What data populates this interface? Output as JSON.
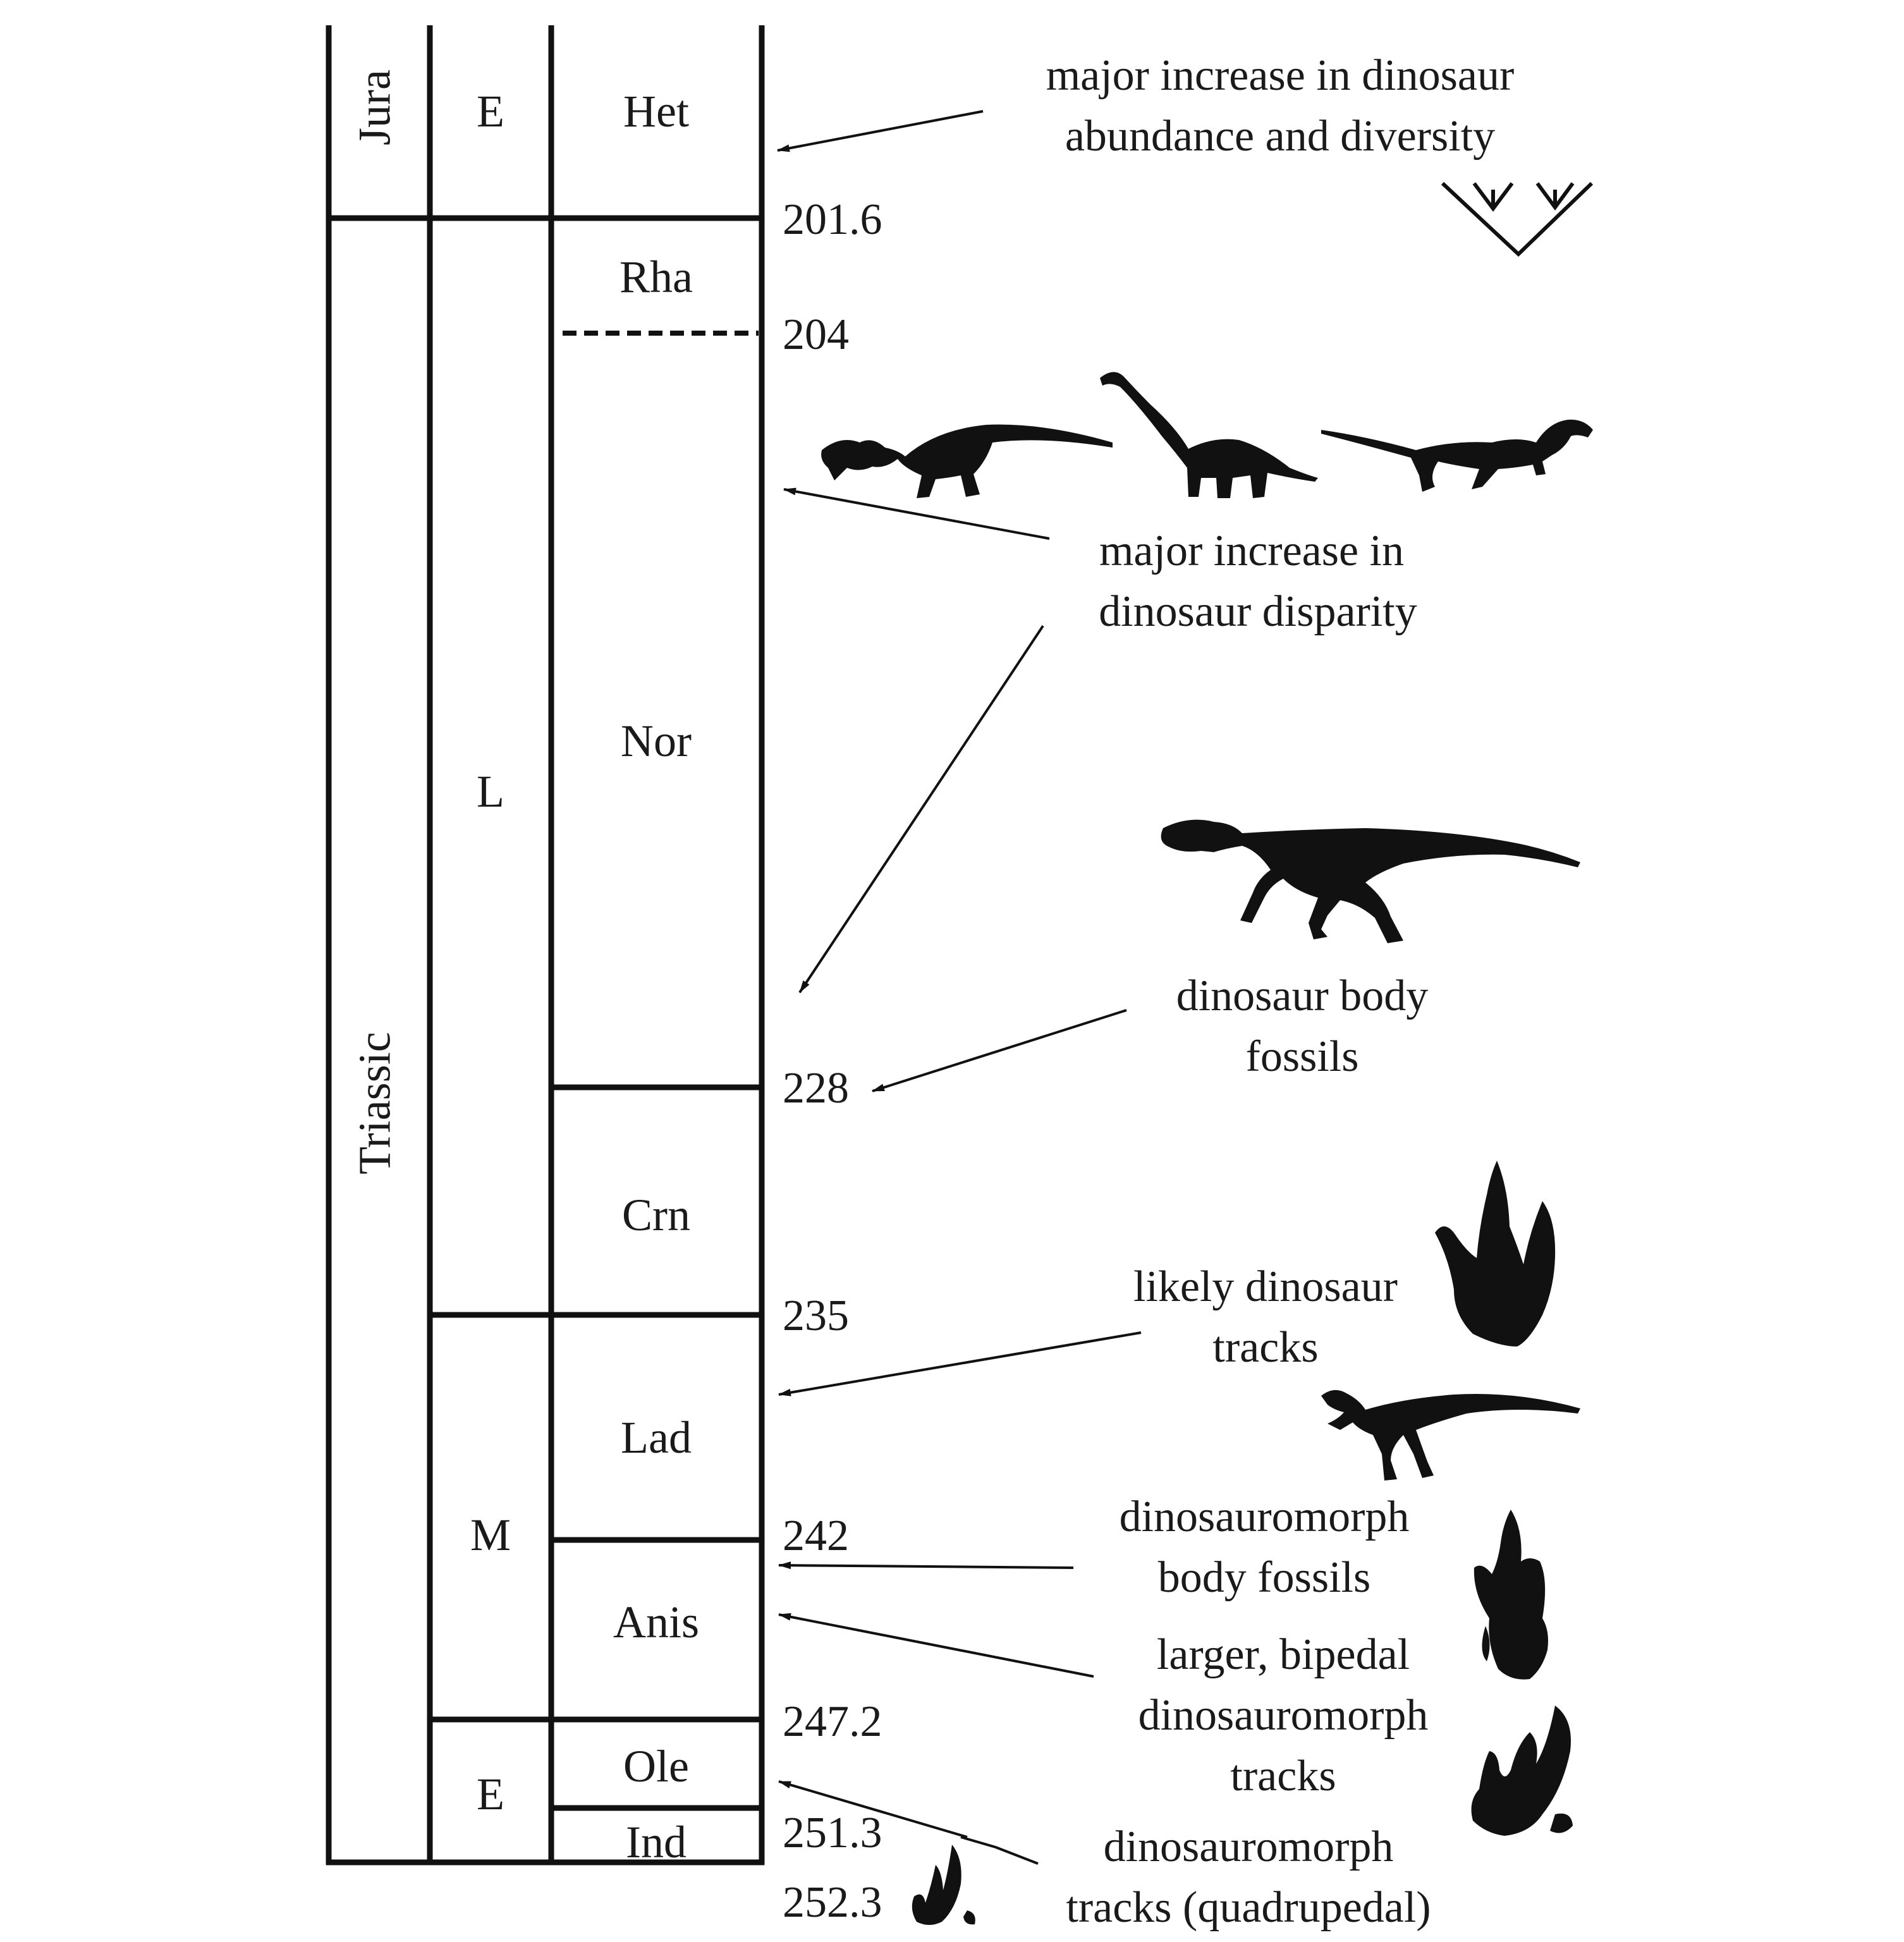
{
  "column": {
    "periods": [
      {
        "label": "Jura"
      },
      {
        "label": "Triassic"
      }
    ],
    "epochs": [
      {
        "label": "E"
      },
      {
        "label": "L"
      },
      {
        "label": "M"
      },
      {
        "label": "E"
      }
    ],
    "stages": [
      {
        "label": "Het"
      },
      {
        "label": "Rha"
      },
      {
        "label": "Nor"
      },
      {
        "label": "Crn"
      },
      {
        "label": "Lad"
      },
      {
        "label": "Anis"
      },
      {
        "label": "Ole"
      },
      {
        "label": "Ind"
      }
    ]
  },
  "ages": [
    "201.6",
    "204",
    "228",
    "235",
    "242",
    "247.2",
    "251.3",
    "252.3"
  ],
  "annotations": [
    {
      "lines": [
        "major increase in dinosaur",
        "abundance and diversity"
      ]
    },
    {
      "lines": [
        "major increase in",
        "dinosaur disparity"
      ]
    },
    {
      "lines": [
        "dinosaur body",
        "fossils"
      ]
    },
    {
      "lines": [
        "likely dinosaur",
        "tracks"
      ]
    },
    {
      "lines": [
        "dinosauromorph",
        "body fossils"
      ]
    },
    {
      "lines": [
        "larger, bipedal",
        "dinosauromorph",
        "tracks"
      ]
    },
    {
      "lines": [
        "dinosauromorph",
        "tracks (quadrupedal)"
      ]
    }
  ],
  "icons": [
    "phylogeny-tree-icon",
    "ornithischian-silhouette-icon",
    "sauropodomorph-silhouette-icon",
    "theropod-silhouette-icon",
    "large-theropod-silhouette-icon",
    "dinosaur-track-icon",
    "small-dinosauromorph-silhouette-icon",
    "bipedal-track-icon",
    "quadrupedal-track-icon"
  ]
}
